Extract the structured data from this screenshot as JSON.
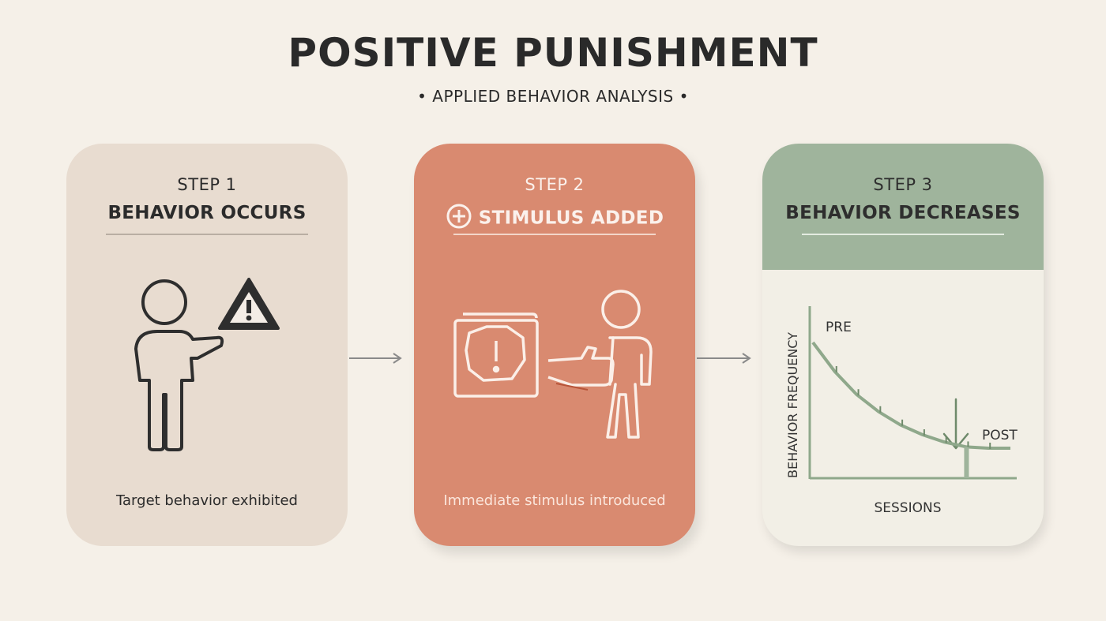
{
  "header": {
    "title": "POSITIVE PUNISHMENT",
    "subtitle": "• APPLIED BEHAVIOR ANALYSIS •"
  },
  "steps": [
    {
      "label": "STEP 1",
      "title": "BEHAVIOR OCCURS",
      "caption": "Target behavior exhibited",
      "icons": [
        "person-icon",
        "warning-triangle-icon"
      ],
      "color": "#e8dcd0"
    },
    {
      "label": "STEP 2",
      "title": "STIMULUS ADDED",
      "caption": "Immediate stimulus introduced",
      "icons": [
        "plus-circle-icon",
        "alert-box-icon",
        "pointing-hand-icon",
        "person-icon"
      ],
      "color": "#d98a70"
    },
    {
      "label": "STEP 3",
      "title": "BEHAVIOR DECREASES",
      "icons": [
        "down-arrow-icon"
      ],
      "color": "#9fb49c"
    }
  ],
  "chart_data": {
    "type": "line",
    "ylabel": "BEHAVIOR FREQUENCY",
    "xlabel": "SESSIONS",
    "annotations": [
      "PRE",
      "POST"
    ],
    "series": [
      {
        "x": [
          0,
          1,
          2,
          3,
          4,
          5,
          6,
          7,
          8,
          9
        ],
        "values": [
          10,
          7.6,
          5.7,
          4.3,
          3.2,
          2.4,
          1.8,
          1.4,
          1.3,
          1.3
        ]
      }
    ],
    "grid": false
  }
}
